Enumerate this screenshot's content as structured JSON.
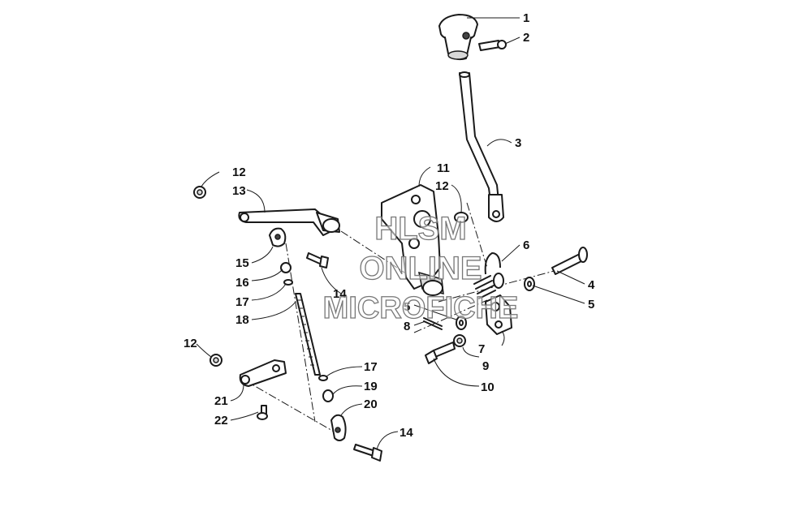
{
  "watermark": {
    "line1": "HLSM",
    "line2": "ONLINE",
    "line3": "MICROFICHE"
  },
  "callouts": [
    {
      "id": "c1",
      "label": "1"
    },
    {
      "id": "c2",
      "label": "2"
    },
    {
      "id": "c3",
      "label": "3"
    },
    {
      "id": "c4",
      "label": "4"
    },
    {
      "id": "c5a",
      "label": "5"
    },
    {
      "id": "c5b",
      "label": "5"
    },
    {
      "id": "c6",
      "label": "6"
    },
    {
      "id": "c7",
      "label": "7"
    },
    {
      "id": "c8",
      "label": "8"
    },
    {
      "id": "c9",
      "label": "9"
    },
    {
      "id": "c10",
      "label": "10"
    },
    {
      "id": "c11",
      "label": "11"
    },
    {
      "id": "c12a",
      "label": "12"
    },
    {
      "id": "c12b",
      "label": "12"
    },
    {
      "id": "c12c",
      "label": "12"
    },
    {
      "id": "c13",
      "label": "13"
    },
    {
      "id": "c14a",
      "label": "14"
    },
    {
      "id": "c14b",
      "label": "14"
    },
    {
      "id": "c15",
      "label": "15"
    },
    {
      "id": "c16",
      "label": "16"
    },
    {
      "id": "c17a",
      "label": "17"
    },
    {
      "id": "c17b",
      "label": "17"
    },
    {
      "id": "c18",
      "label": "18"
    },
    {
      "id": "c19",
      "label": "19"
    },
    {
      "id": "c20",
      "label": "20"
    },
    {
      "id": "c21",
      "label": "21"
    },
    {
      "id": "c22",
      "label": "22"
    }
  ]
}
